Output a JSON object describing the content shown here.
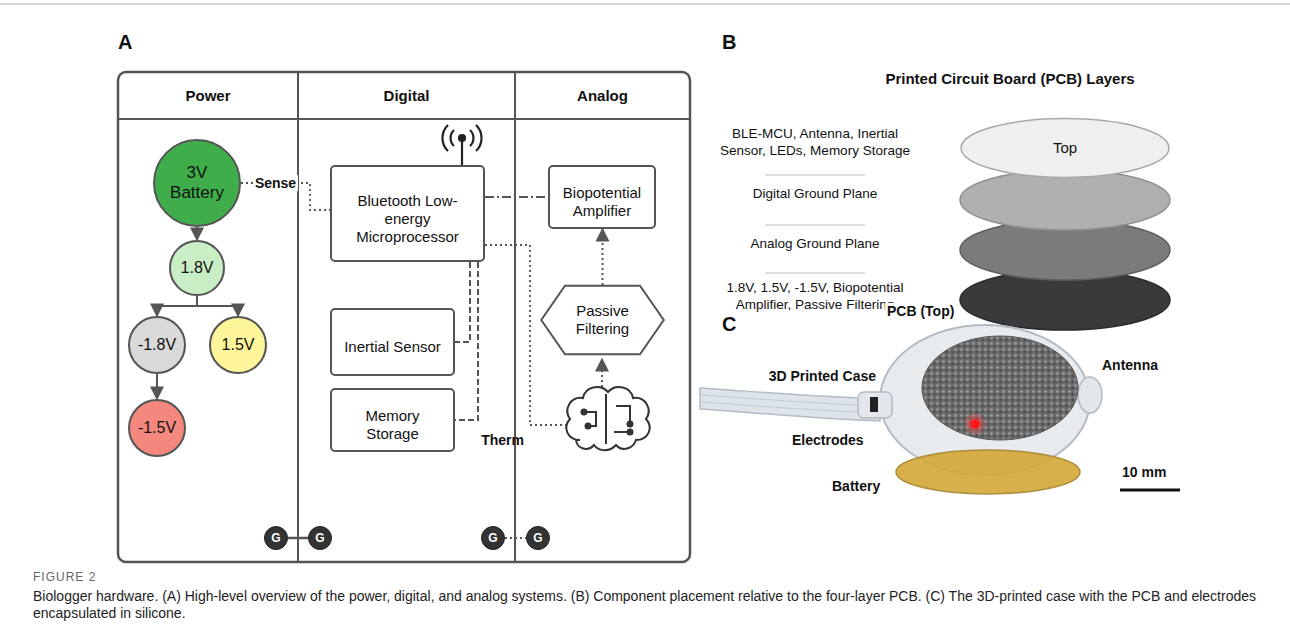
{
  "diagram": {
    "caption": "Biologger hardware. (A) High-level overview of the power, digital, and analog systems. (B) Component placement relative to the four-layer PCB. (C) The 3D-printed case with the PCB and electrodes encapsulated in silicone.",
    "nodes": [
      {
        "text": [
          "Power"
        ]
      },
      {
        "text": [
          "3V Battery"
        ],
        "in": 0
      },
      {
        "text": [
          "1.8V"
        ],
        "in": 0
      },
      {
        "text": [
          "-1.8V"
        ],
        "in": 0
      },
      {
        "text": [
          "1.5V"
        ],
        "in": 0
      },
      {
        "text": [
          "-1.5V"
        ],
        "in": 0
      },
      {
        "text": [
          "G"
        ],
        "in": 0
      },
      {
        "text": [
          "Digital"
        ]
      },
      {
        "text": [
          "Bluetooth Low-energy Microprocessor"
        ],
        "in": 7
      },
      {
        "text": [
          "Inertial Sensor"
        ],
        "in": 7
      },
      {
        "text": [
          "Memory Storage"
        ],
        "in": 7
      },
      {
        "text": [
          "G"
        ],
        "in": 7
      },
      {
        "text": [
          "G"
        ],
        "in": 7
      },
      {
        "text": [
          "Analog"
        ]
      },
      {
        "text": [
          "Biopotential Amplifier"
        ],
        "in": 13
      },
      {
        "text": [
          "Passive Filtering"
        ],
        "in": 13
      },
      {
        "text": [
          "G"
        ],
        "in": 13
      },
      {
        "text": [
          "Top"
        ]
      }
    ],
    "edges": [
      {
        "from": 1,
        "to": 2,
        "arrow": "to"
      },
      {
        "from": 2,
        "to": 3,
        "arrow": "to"
      },
      {
        "from": 2,
        "to": 4,
        "arrow": "to"
      },
      {
        "from": 3,
        "to": 5,
        "arrow": "to"
      },
      {
        "from": 1,
        "to": 8,
        "label": "Sense",
        "arrow": "none"
      },
      {
        "from": 8,
        "to": 14,
        "arrow": "none"
      },
      {
        "from": 8,
        "to": 9,
        "arrow": "none"
      },
      {
        "from": 8,
        "to": 10,
        "arrow": "none"
      },
      {
        "from": 15,
        "to": 14,
        "arrow": "to"
      },
      {
        "from": 6,
        "to": 11,
        "arrow": "none"
      },
      {
        "from": 12,
        "to": 16,
        "arrow": "none"
      }
    ],
    "labels": [
      "A",
      "B",
      "C",
      "Printed Circuit Board (PCB) Layers",
      "BLE-MCU, Antenna, Inertial Sensor, LEDs, Memory Storage",
      "Digital Ground Plane",
      "Analog Ground Plane",
      "1.8V, 1.5V, -1.5V, Biopotential Amplifier, Passive Filtering",
      "Therm",
      "PCB (Top)",
      "Antenna",
      "3D Printed Case",
      "Electrodes",
      "Battery",
      "10 mm",
      "FIGURE 2"
    ]
  }
}
